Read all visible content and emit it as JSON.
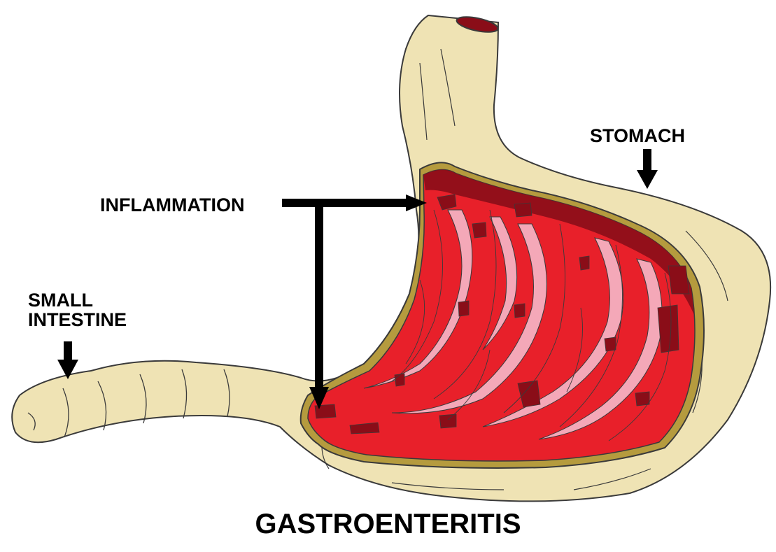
{
  "diagram": {
    "title": "GASTROENTERITIS",
    "labels": {
      "stomach": "STOMACH",
      "inflammation": "INFLAMMATION",
      "small_intestine_line1": "SMALL",
      "small_intestine_line2": "INTESTINE"
    },
    "colors": {
      "organ_fill": "#efe3b4",
      "organ_outline": "#3a3a3a",
      "lining_border": "#b59b3e",
      "inflamed_red": "#e8202a",
      "dark_red": "#8a0d18",
      "pink_fold": "#f4a8b8",
      "arrow": "#000000"
    }
  }
}
